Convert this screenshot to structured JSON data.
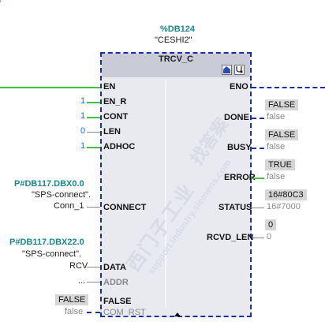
{
  "header": {
    "db_ref": "%DB124",
    "instance_name": "\"CESHI2\""
  },
  "block": {
    "title": "TRCV_C"
  },
  "inputs": {
    "en": "EN",
    "en_r": {
      "label": "EN_R",
      "value": "1"
    },
    "cont": {
      "label": "CONT",
      "value": "1"
    },
    "len": {
      "label": "LEN",
      "value": "0"
    },
    "adhoc": {
      "label": "ADHOC",
      "value": "1"
    },
    "connect": {
      "label": "CONNECT",
      "addr": "P#DB117.DBX0.0",
      "db": "\"SPS-connect\".",
      "var": "Conn_1"
    },
    "data": {
      "label": "DATA",
      "addr": "P#DB117.DBX22.0",
      "db": "\"SPS-connect\".",
      "var": "RCV"
    },
    "addr": {
      "label": "ADDR",
      "value": "..."
    },
    "com_rst": {
      "label": "COM_RST",
      "inner": "FALSE",
      "box": "FALSE",
      "sub": "false"
    }
  },
  "outputs": {
    "eno": "ENO",
    "done": {
      "label": "DONE",
      "box": "FALSE",
      "sub": "false"
    },
    "busy": {
      "label": "BUSY",
      "box": "FALSE",
      "sub": "false"
    },
    "error": {
      "label": "ERROR",
      "box": "TRUE",
      "sub": "false"
    },
    "status": {
      "label": "STATUS",
      "box": "16#80C3",
      "sub": "16#7000"
    },
    "rcvd_len": {
      "label": "RCVD_LEN",
      "box": "0",
      "sub": "0"
    }
  },
  "watermark": {
    "line1": "西门子工业",
    "line2": "support.industry.siemens.com",
    "line3": "找答案"
  },
  "colors": {
    "accent_teal": "#1a8a8a",
    "wire_green": "#3cc43c",
    "frame_blue": "#1a2fb0"
  }
}
